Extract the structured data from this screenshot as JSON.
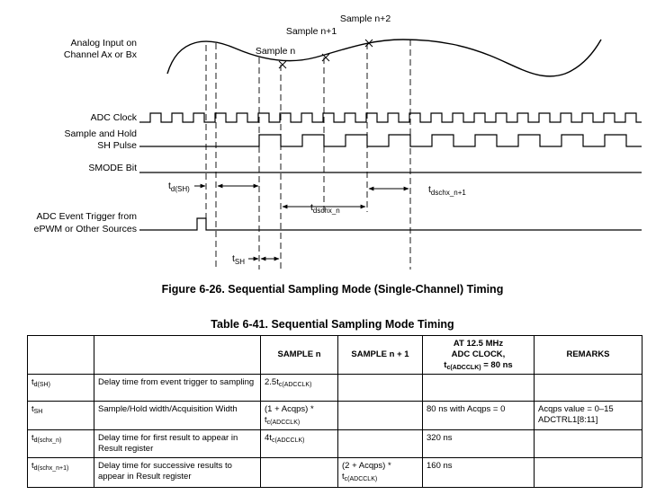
{
  "diagram": {
    "signals": {
      "analog_input": "Analog Input on Channel Ax or Bx",
      "adc_clock": "ADC Clock",
      "sample_hold": "Sample and Hold SH Pulse",
      "smode": "SMODE Bit",
      "event_trigger": "ADC Event Trigger from ePWM or Other Sources"
    },
    "samples": [
      "Sample n",
      "Sample n+1",
      "Sample n+2"
    ],
    "timing_labels": {
      "td_sh": {
        "main": "t",
        "sub": "d(SH)"
      },
      "tsh": {
        "main": "t",
        "sub": "SH"
      },
      "tdschx_n": {
        "main": "t",
        "sub": "dschx_n"
      },
      "tdschx_n1": {
        "main": "t",
        "sub": "dschx_n+1"
      }
    }
  },
  "figure_caption": "Figure 6-26. Sequential Sampling Mode (Single-Channel) Timing",
  "table_title": "Table 6-41. Sequential Sampling Mode Timing",
  "table": {
    "headers": {
      "sample_n": "SAMPLE n",
      "sample_n1": "SAMPLE n + 1",
      "at_line1": "AT 12.5 MHz",
      "at_line2": "ADC CLOCK,",
      "at_line3_main": "t",
      "at_line3_sub": "c(ADCCLK)",
      "at_line3_tail": " = 80 ns",
      "remarks": "REMARKS"
    },
    "rows": [
      {
        "sym_main": "t",
        "sym_sub": "d(SH)",
        "desc": "Delay time from event trigger to sampling",
        "sample_n_main": "2.5t",
        "sample_n_sub": "c(ADCCLK)",
        "sample_n1_main": "",
        "sample_n1_sub": "",
        "at": "",
        "rem1": "",
        "rem2": ""
      },
      {
        "sym_main": "t",
        "sym_sub": "SH",
        "desc": "Sample/Hold width/Acquisition Width",
        "sample_n_main": "(1 + Acqps) * t",
        "sample_n_sub": "c(ADCCLK)",
        "sample_n1_main": "",
        "sample_n1_sub": "",
        "at": "80 ns with Acqps = 0",
        "rem1": "Acqps value = 0–15",
        "rem2": "ADCTRL1[8:11]"
      },
      {
        "sym_main": "t",
        "sym_sub": "d(schx_n)",
        "desc": "Delay time for first result to appear in Result register",
        "sample_n_main": "4t",
        "sample_n_sub": "c(ADCCLK)",
        "sample_n1_main": "",
        "sample_n1_sub": "",
        "at": "320 ns",
        "rem1": "",
        "rem2": ""
      },
      {
        "sym_main": "t",
        "sym_sub": "d(schx_n+1)",
        "desc": "Delay time for successive results to appear in Result register",
        "sample_n_main": "",
        "sample_n_sub": "",
        "sample_n1_main": "(2 + Acqps) * t",
        "sample_n1_sub": "c(ADCCLK)",
        "at": "160 ns",
        "rem1": "",
        "rem2": ""
      }
    ]
  }
}
